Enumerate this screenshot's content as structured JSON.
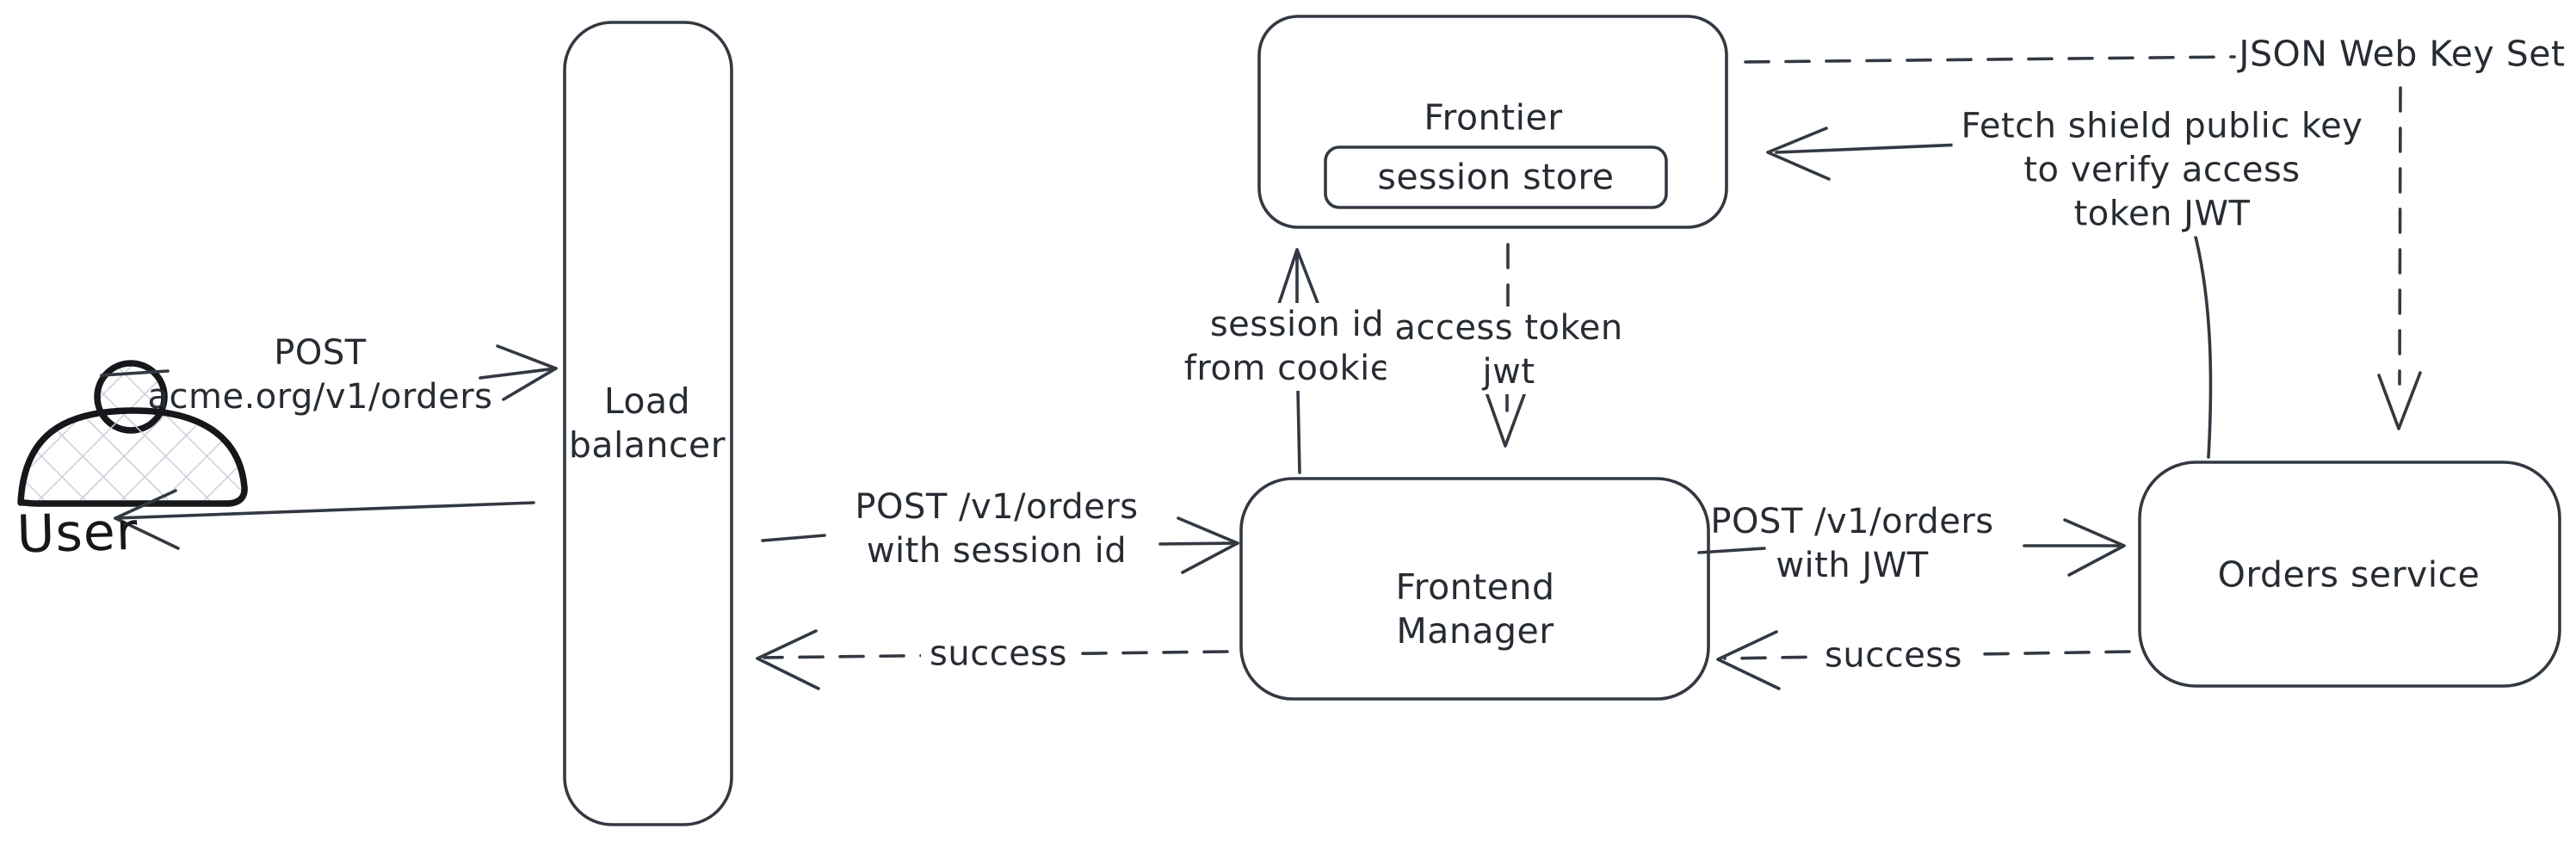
{
  "colors": {
    "stroke": "#333942",
    "text": "#272c33",
    "user_icon": "#15171a",
    "hatch_fill": "#c7d0da",
    "background": "#ffffff"
  },
  "nodes": {
    "user": {
      "label": "User"
    },
    "load_balancer": {
      "line1": "Load",
      "line2": "balancer"
    },
    "frontier": {
      "label": "Frontier"
    },
    "session_store": {
      "label": "session store"
    },
    "frontend_manager": {
      "line1": "Frontend",
      "line2": "Manager"
    },
    "orders_service": {
      "label": "Orders service"
    },
    "jwks": {
      "label": "JSON Web Key Set"
    }
  },
  "arrows": {
    "user_to_lb": {
      "style": "solid",
      "line1": "POST",
      "line2": "acme.org/v1/orders"
    },
    "lb_to_user": {
      "style": "solid",
      "label": ""
    },
    "lb_to_fm": {
      "style": "solid",
      "line1": "POST /v1/orders",
      "line2": "with session id"
    },
    "fm_to_lb": {
      "style": "dashed",
      "label": "success"
    },
    "fm_to_frontier": {
      "style": "solid",
      "line1": "session id",
      "line2": "from cookies"
    },
    "frontier_to_fm": {
      "style": "dashed",
      "line1": "access token",
      "line2": "jwt"
    },
    "fm_to_orders": {
      "style": "solid",
      "line1": "POST /v1/orders",
      "line2": "with JWT"
    },
    "orders_to_fm": {
      "style": "dashed",
      "label": "success"
    },
    "orders_to_frontier": {
      "style": "solid",
      "line1": "Fetch shield public key",
      "line2": "to verify access",
      "line3": "token JWT"
    },
    "frontier_to_jwks": {
      "style": "dashed",
      "label": ""
    },
    "jwks_to_orders": {
      "style": "dashed",
      "label": ""
    }
  }
}
